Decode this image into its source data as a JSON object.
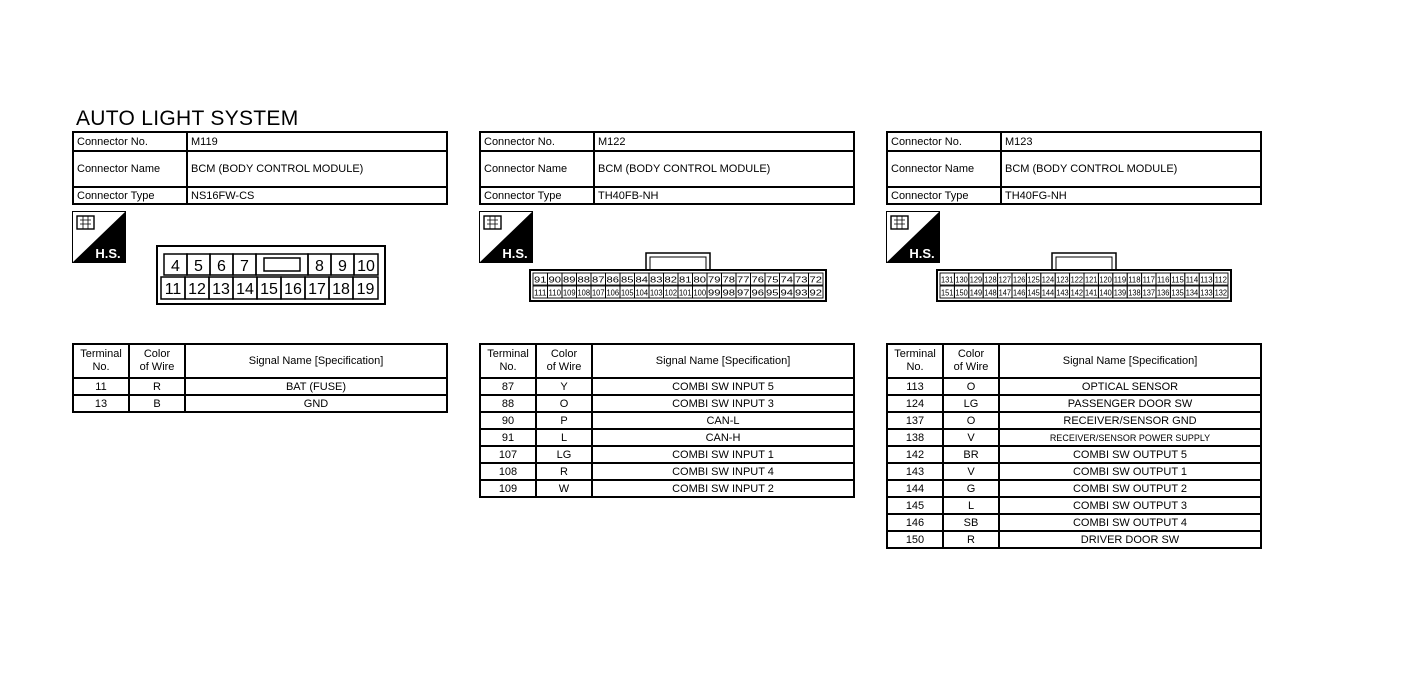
{
  "title": "AUTO LIGHT SYSTEM",
  "labels": {
    "connector_no": "Connector No.",
    "connector_name": "Connector Name",
    "connector_type": "Connector Type",
    "terminal_no_1": "Terminal",
    "terminal_no_2": "No.",
    "color_1": "Color",
    "color_2": "of Wire",
    "signal": "Signal Name [Specification]",
    "hs": "H.S."
  },
  "connectors": [
    {
      "no": "M119",
      "name": "BCM (BODY CONTROL MODULE)",
      "type": "NS16FW-CS",
      "pin_rows": [
        [
          "4",
          "5",
          "6",
          "7",
          "",
          "8",
          "9",
          "10"
        ],
        [
          "11",
          "12",
          "13",
          "14",
          "15",
          "16",
          "17",
          "18",
          "19"
        ]
      ],
      "terminals": [
        {
          "no": "11",
          "color": "R",
          "signal": "BAT (FUSE)"
        },
        {
          "no": "13",
          "color": "B",
          "signal": "GND"
        }
      ]
    },
    {
      "no": "M122",
      "name": "BCM (BODY CONTROL MODULE)",
      "type": "TH40FB-NH",
      "pin_rows": [
        [
          "91",
          "90",
          "89",
          "88",
          "87",
          "86",
          "85",
          "84",
          "83",
          "82",
          "81",
          "80",
          "79",
          "78",
          "77",
          "76",
          "75",
          "74",
          "73",
          "72"
        ],
        [
          "111",
          "110",
          "109",
          "108",
          "107",
          "106",
          "105",
          "104",
          "103",
          "102",
          "101",
          "100",
          "99",
          "98",
          "97",
          "96",
          "95",
          "94",
          "93",
          "92"
        ]
      ],
      "terminals": [
        {
          "no": "87",
          "color": "Y",
          "signal": "COMBI SW INPUT 5"
        },
        {
          "no": "88",
          "color": "O",
          "signal": "COMBI SW INPUT 3"
        },
        {
          "no": "90",
          "color": "P",
          "signal": "CAN-L"
        },
        {
          "no": "91",
          "color": "L",
          "signal": "CAN-H"
        },
        {
          "no": "107",
          "color": "LG",
          "signal": "COMBI SW INPUT 1"
        },
        {
          "no": "108",
          "color": "R",
          "signal": "COMBI SW INPUT 4"
        },
        {
          "no": "109",
          "color": "W",
          "signal": "COMBI SW INPUT 2"
        }
      ]
    },
    {
      "no": "M123",
      "name": "BCM (BODY CONTROL MODULE)",
      "type": "TH40FG-NH",
      "pin_rows": [
        [
          "131",
          "130",
          "129",
          "128",
          "127",
          "126",
          "125",
          "124",
          "123",
          "122",
          "121",
          "120",
          "119",
          "118",
          "117",
          "116",
          "115",
          "114",
          "113",
          "112"
        ],
        [
          "151",
          "150",
          "149",
          "148",
          "147",
          "146",
          "145",
          "144",
          "143",
          "142",
          "141",
          "140",
          "139",
          "138",
          "137",
          "136",
          "135",
          "134",
          "133",
          "132"
        ]
      ],
      "terminals": [
        {
          "no": "113",
          "color": "O",
          "signal": "OPTICAL SENSOR"
        },
        {
          "no": "124",
          "color": "LG",
          "signal": "PASSENGER DOOR SW"
        },
        {
          "no": "137",
          "color": "O",
          "signal": "RECEIVER/SENSOR GND"
        },
        {
          "no": "138",
          "color": "V",
          "signal": "RECEIVER/SENSOR POWER SUPPLY"
        },
        {
          "no": "142",
          "color": "BR",
          "signal": "COMBI SW OUTPUT 5"
        },
        {
          "no": "143",
          "color": "V",
          "signal": "COMBI SW OUTPUT 1"
        },
        {
          "no": "144",
          "color": "G",
          "signal": "COMBI SW OUTPUT 2"
        },
        {
          "no": "145",
          "color": "L",
          "signal": "COMBI SW OUTPUT 3"
        },
        {
          "no": "146",
          "color": "SB",
          "signal": "COMBI SW OUTPUT 4"
        },
        {
          "no": "150",
          "color": "R",
          "signal": "DRIVER DOOR SW"
        }
      ]
    }
  ]
}
